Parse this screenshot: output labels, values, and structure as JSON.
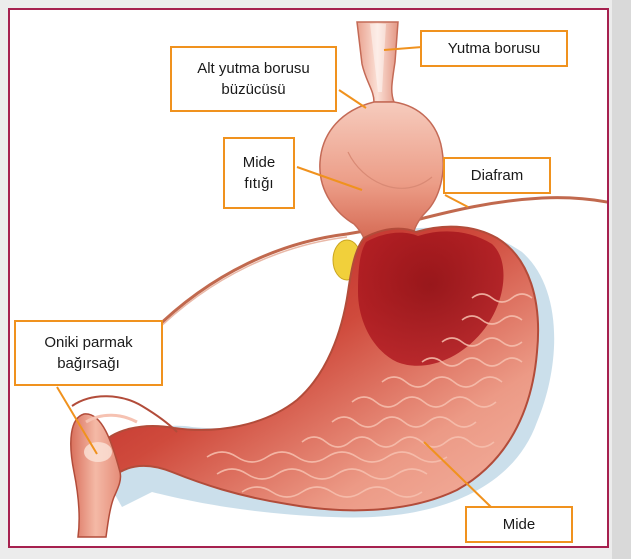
{
  "labels": {
    "yutma_borusu": "Yutma borusu",
    "alt_yutma_line1": "Alt yutma borusu",
    "alt_yutma_line2": "büzücüsü",
    "mide_fitigi_line1": "Mide",
    "mide_fitigi_line2": "fıtığı",
    "diafram": "Diafram",
    "oniki_line1": "Oniki parmak",
    "oniki_line2": "bağırsağı",
    "mide": "Mide"
  },
  "colors": {
    "frame_border": "#a6214f",
    "label_border": "#f0921e",
    "leader_line": "#f0921e",
    "stomach_light": "#ec9a86",
    "stomach_dark": "#a3151b",
    "diaphragm": "#c1694e"
  }
}
